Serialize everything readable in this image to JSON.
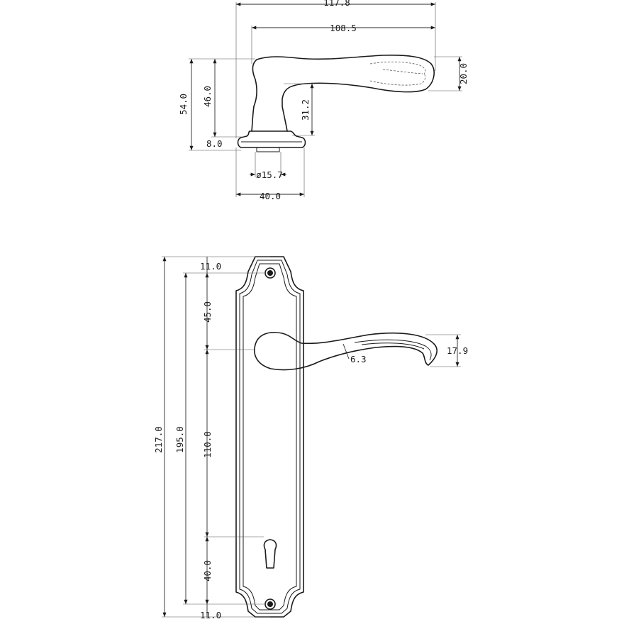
{
  "side_view": {
    "dims": {
      "overall_length": "117.8",
      "lever_length": "108.5",
      "lever_tip_height": "20.0",
      "overall_height": "54.0",
      "height_to_lever_top": "46.0",
      "neck_height": "31.2",
      "rose_thickness": "8.0",
      "spindle_diameter": "ø15.7",
      "rose_diameter": "40.0"
    }
  },
  "front_view": {
    "dims": {
      "top_screw_offset": "11.0",
      "screw_to_lever": "45.0",
      "lever_to_keyhole": "110.0",
      "keyhole_to_screw": "40.0",
      "bottom_screw_offset": "11.0",
      "screw_centres": "195.0",
      "plate_length": "217.0",
      "lever_height": "17.9",
      "lever_thickness": "6.3"
    }
  }
}
